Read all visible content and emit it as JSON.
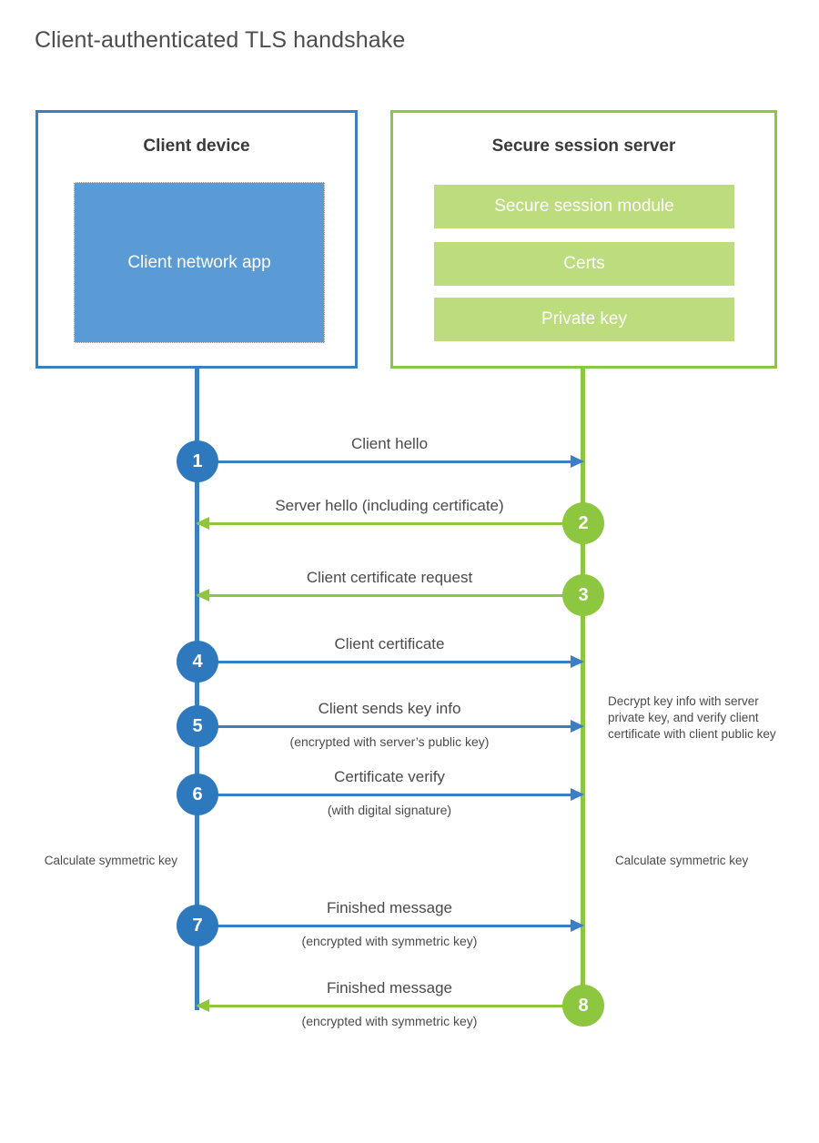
{
  "title": "Client-authenticated TLS handshake",
  "colors": {
    "client_blue": "#3a7fc1",
    "client_badge_blue": "#2e79be",
    "client_app_fill": "#5b9bd5",
    "server_green": "#8dc63f",
    "server_bar_fill": "#bcdc7e",
    "text_dark": "#3a3a3a",
    "text_body": "#4a4a4a",
    "title_gray": "#4d4d4d"
  },
  "client": {
    "title": "Client device",
    "app_label": "Client network app"
  },
  "server": {
    "title": "Secure session server",
    "components": [
      "Secure session module",
      "Certs",
      "Private key"
    ]
  },
  "messages": [
    {
      "step": "1",
      "label": "Client hello",
      "sublabel": "",
      "direction": "client-to-server",
      "badge_side": "client"
    },
    {
      "step": "2",
      "label": "Server hello (including certificate)",
      "sublabel": "",
      "direction": "server-to-client",
      "badge_side": "server"
    },
    {
      "step": "3",
      "label": "Client certificate request",
      "sublabel": "",
      "direction": "server-to-client",
      "badge_side": "server"
    },
    {
      "step": "4",
      "label": "Client certificate",
      "sublabel": "",
      "direction": "client-to-server",
      "badge_side": "client"
    },
    {
      "step": "5",
      "label": "Client sends key info",
      "sublabel": "(encrypted with server’s public key)",
      "direction": "client-to-server",
      "badge_side": "client"
    },
    {
      "step": "6",
      "label": "Certificate verify",
      "sublabel": "(with digital signature)",
      "direction": "client-to-server",
      "badge_side": "client"
    },
    {
      "step": "7",
      "label": "Finished message",
      "sublabel": "(encrypted with symmetric key)",
      "direction": "client-to-server",
      "badge_side": "client"
    },
    {
      "step": "8",
      "label": "Finished message",
      "sublabel": "(encrypted with symmetric key)",
      "direction": "server-to-client",
      "badge_side": "server"
    }
  ],
  "notes": {
    "server_decrypt": "Decrypt key info with server private key, and verify client certificate with client public key",
    "client_symmetric_key": "Calculate symmetric key",
    "server_symmetric_key": "Calculate symmetric key"
  }
}
